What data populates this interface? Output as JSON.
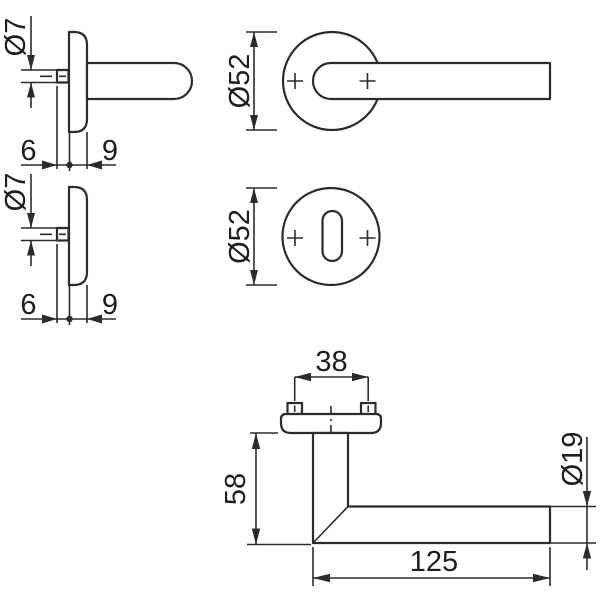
{
  "drawing": {
    "type": "technical-drawing",
    "subject": "door lever handle with round rosettes",
    "colors": {
      "line": "#2b2b2b",
      "text": "#1d1d1d",
      "background": "#ffffff"
    }
  },
  "dimensions": {
    "lever_side": {
      "spindle_diameter": "Ø7",
      "back_projection": "6",
      "rosette_depth": "9"
    },
    "lever_front": {
      "rosette_diameter": "Ø52"
    },
    "key_side": {
      "spindle_diameter": "Ø7",
      "back_projection": "6",
      "rosette_depth": "9"
    },
    "key_front": {
      "rosette_diameter": "Ø52"
    },
    "top_view": {
      "screw_spacing": "38",
      "projection": "58",
      "grip_length": "125",
      "grip_diameter": "Ø19"
    }
  }
}
